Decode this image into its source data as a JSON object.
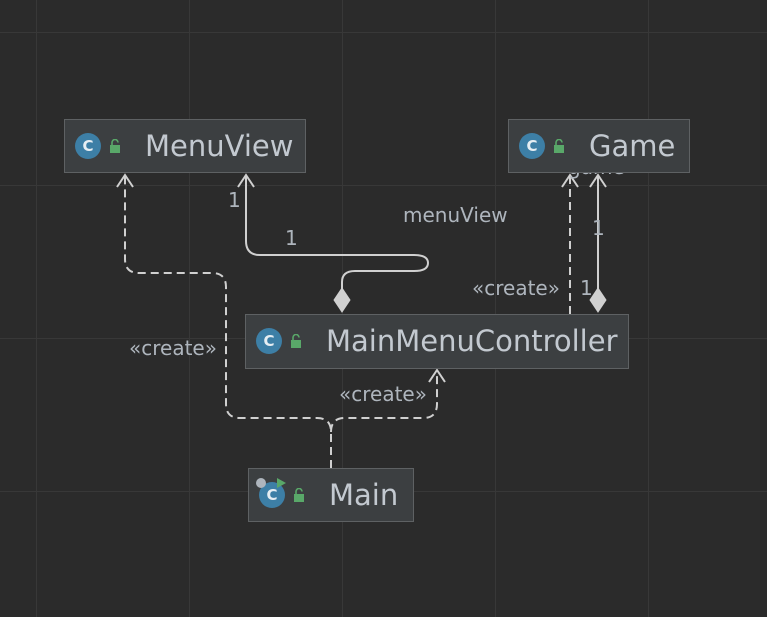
{
  "nodes": {
    "menu_view": {
      "title": "MenuView",
      "icon": "class-icon",
      "icon_letter": "C",
      "visibility": "public"
    },
    "game": {
      "title": "Game",
      "icon": "class-icon",
      "icon_letter": "C",
      "visibility": "public"
    },
    "main_menu_controller": {
      "title": "MainMenuController",
      "icon": "class-icon",
      "icon_letter": "C",
      "visibility": "public"
    },
    "main": {
      "title": "Main",
      "icon": "runnable-class-icon",
      "icon_letter": "C",
      "visibility": "public"
    }
  },
  "edges": {
    "main_creates_menu_view": {
      "label": "«create»"
    },
    "main_creates_controller": {
      "label": "«create»"
    },
    "controller_creates_game": {
      "label": "«create»"
    },
    "controller_menu_view": {
      "role": "menuView",
      "source_multiplicity": "1",
      "target_multiplicity": "1"
    },
    "controller_game": {
      "role": "game",
      "source_multiplicity": "1",
      "target_multiplicity": "1"
    }
  },
  "colors": {
    "background": "#2b2b2b",
    "grid": "#383838",
    "node_fill": "#3c3f41",
    "node_border": "#5e6163",
    "text": "#c3c9d0",
    "edge": "#d0d0d0",
    "class_icon": "#3d7fa6",
    "lock_icon": "#59a869"
  }
}
